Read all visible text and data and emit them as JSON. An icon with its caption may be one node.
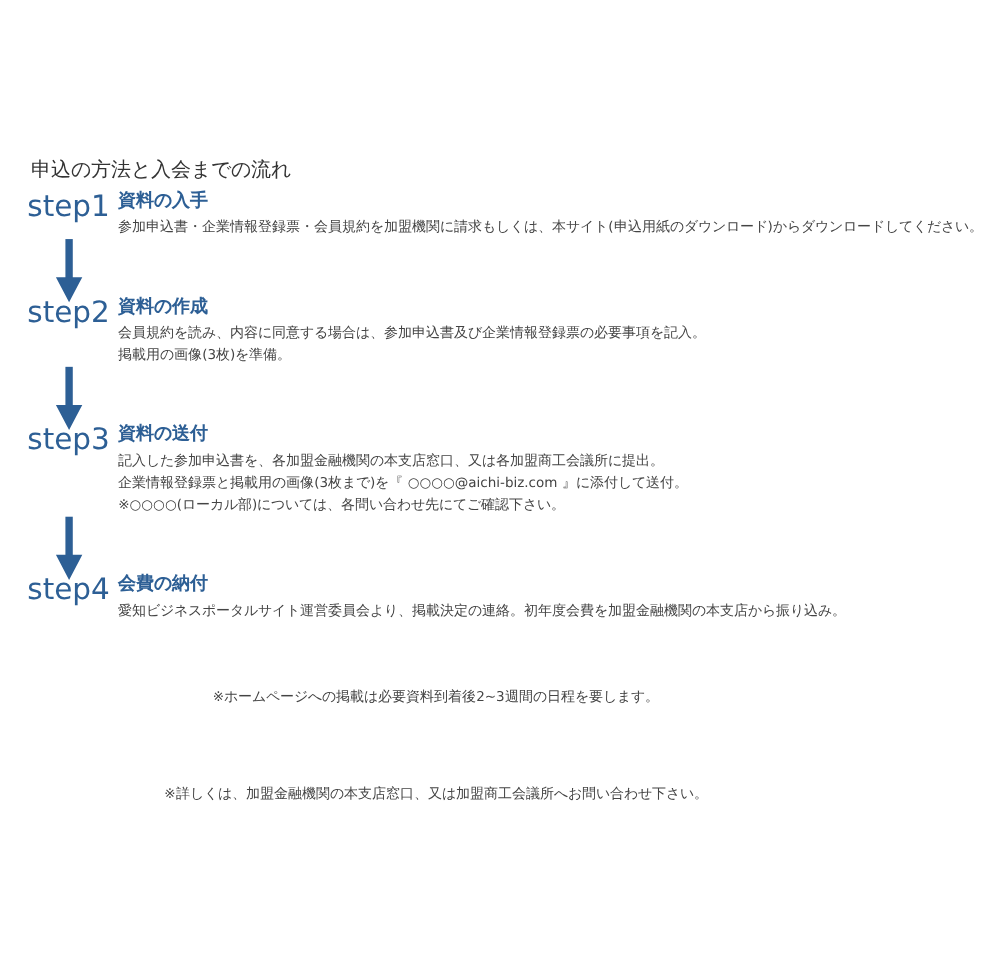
{
  "diagram": {
    "title": "申込の方法と入会までの流れ",
    "nodes": [
      {
        "text": [
          "step1",
          "資料の入手",
          "参加申込書・企業情報登録票・会員規約を加盟機関に請求もしくは、本サイト(申込用紙のダウンロード)からダウンロードしてください。"
        ]
      },
      {
        "text": [
          "step2",
          "資料の作成",
          "会員規約を読み、内容に同意する場合は、参加申込書及び企業情報登録票の必要事項を記入。",
          "掲載用の画像(3枚)を準備。"
        ]
      },
      {
        "text": [
          "step3",
          "資料の送付",
          "記入した参加申込書を、各加盟金融機関の本支店窓口、又は各加盟商工会議所に提出。",
          "企業情報登録票と掲載用の画像(3枚まで)を『 ○○○○@aichi-biz.com 』に添付して送付。",
          "※○○○○(ローカル部)については、各問い合わせ先にてご確認下さい。"
        ]
      },
      {
        "text": [
          "step4",
          "会費の納付",
          "愛知ビジネスポータルサイト運営委員会より、掲載決定の連絡。初年度会費を加盟金融機関の本支店から振り込み。"
        ]
      }
    ],
    "edges": [
      {
        "from": 0,
        "to": 1,
        "arrow": "to"
      },
      {
        "from": 1,
        "to": 2,
        "arrow": "to"
      },
      {
        "from": 2,
        "to": 3,
        "arrow": "to"
      }
    ],
    "labels": [
      "※ホームページへの掲載は必要資料到着後2~3週間の日程を要します。",
      "※詳しくは、加盟金融機関の本支店窓口、又は加盟商工会議所へお問い合わせ下さい。"
    ]
  }
}
